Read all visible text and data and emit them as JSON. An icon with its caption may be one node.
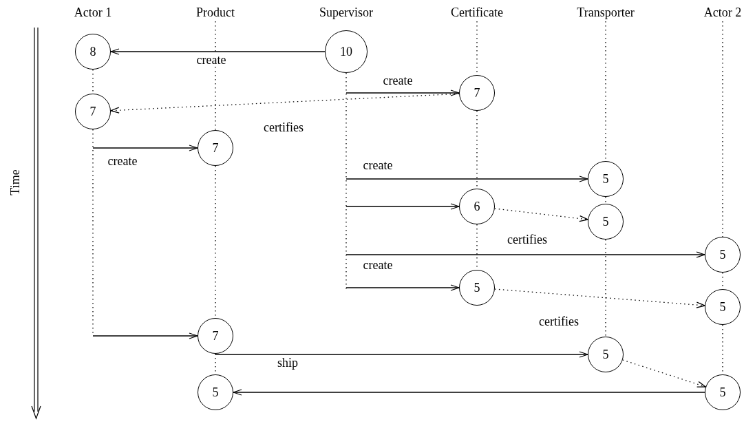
{
  "diagram": {
    "nodes": [
      {
        "text": [
          "Actor 1"
        ]
      },
      {
        "text": [
          "Product"
        ]
      },
      {
        "text": [
          "Supervisor"
        ]
      },
      {
        "text": [
          "Certificate"
        ]
      },
      {
        "text": [
          "Transporter"
        ]
      },
      {
        "text": [
          "Actor 2"
        ]
      },
      {
        "text": [
          "8"
        ]
      },
      {
        "text": [
          "10"
        ]
      },
      {
        "text": [
          "7"
        ]
      },
      {
        "text": [
          "7"
        ]
      },
      {
        "text": [
          "7"
        ]
      },
      {
        "text": [
          "5"
        ]
      },
      {
        "text": [
          "6"
        ]
      },
      {
        "text": [
          "5"
        ]
      },
      {
        "text": [
          "5"
        ]
      },
      {
        "text": [
          "5"
        ]
      },
      {
        "text": [
          "5"
        ]
      },
      {
        "text": [
          "7"
        ]
      },
      {
        "text": [
          "5"
        ]
      },
      {
        "text": [
          "5"
        ]
      },
      {
        "text": [
          "5"
        ]
      }
    ],
    "edges": [
      {
        "from": 7,
        "to": 6,
        "arrow": "to",
        "label": "create"
      },
      {
        "from": 7,
        "to": 8,
        "arrow": "to",
        "label": "create"
      },
      {
        "from": 8,
        "to": 9,
        "arrow": "to",
        "label": "certifies",
        "style": "dashed"
      },
      {
        "from": 9,
        "to": 10,
        "arrow": "to",
        "label": "create"
      },
      {
        "from": null,
        "to": 11,
        "arrow": "to",
        "label": "create"
      },
      {
        "from": null,
        "to": 12,
        "arrow": "to"
      },
      {
        "from": 12,
        "to": 13,
        "arrow": "to",
        "label": "certifies",
        "style": "dashed"
      },
      {
        "from": null,
        "to": 14,
        "arrow": "to"
      },
      {
        "from": null,
        "to": 15,
        "arrow": "to",
        "label": "create"
      },
      {
        "from": 15,
        "to": 16,
        "arrow": "to",
        "label": "certifies",
        "style": "dashed"
      },
      {
        "from": null,
        "to": 17,
        "arrow": "to"
      },
      {
        "from": 17,
        "to": 18,
        "arrow": "to",
        "label": "ship"
      },
      {
        "from": 18,
        "to": 19,
        "arrow": "to",
        "style": "dashed"
      },
      {
        "from": 19,
        "to": 20,
        "arrow": "to"
      },
      {
        "from": 6,
        "to": 9,
        "arrow": "none",
        "style": "dashed"
      },
      {
        "from": 1,
        "to": 10,
        "arrow": "none",
        "style": "dashed"
      },
      {
        "from": 10,
        "to": 17,
        "arrow": "none",
        "style": "dashed"
      },
      {
        "from": 17,
        "to": 20,
        "arrow": "none",
        "style": "dashed"
      },
      {
        "from": 3,
        "to": 8,
        "arrow": "none",
        "style": "dashed"
      },
      {
        "from": 8,
        "to": 12,
        "arrow": "none",
        "style": "dashed"
      },
      {
        "from": 12,
        "to": 15,
        "arrow": "none",
        "style": "dashed"
      },
      {
        "from": 4,
        "to": 11,
        "arrow": "none",
        "style": "dashed"
      },
      {
        "from": 11,
        "to": 13,
        "arrow": "none",
        "style": "dashed"
      },
      {
        "from": 13,
        "to": 18,
        "arrow": "none",
        "style": "dashed"
      },
      {
        "from": 5,
        "to": 14,
        "arrow": "none",
        "style": "dashed"
      },
      {
        "from": 14,
        "to": 16,
        "arrow": "none",
        "style": "dashed"
      },
      {
        "from": 16,
        "to": 19,
        "arrow": "none",
        "style": "dashed"
      },
      {
        "from": 7,
        "to": null,
        "arrow": "none",
        "style": "dashed"
      },
      {
        "from": 9,
        "to": null,
        "arrow": "none",
        "style": "dashed"
      }
    ],
    "labels": [
      "Time"
    ]
  }
}
